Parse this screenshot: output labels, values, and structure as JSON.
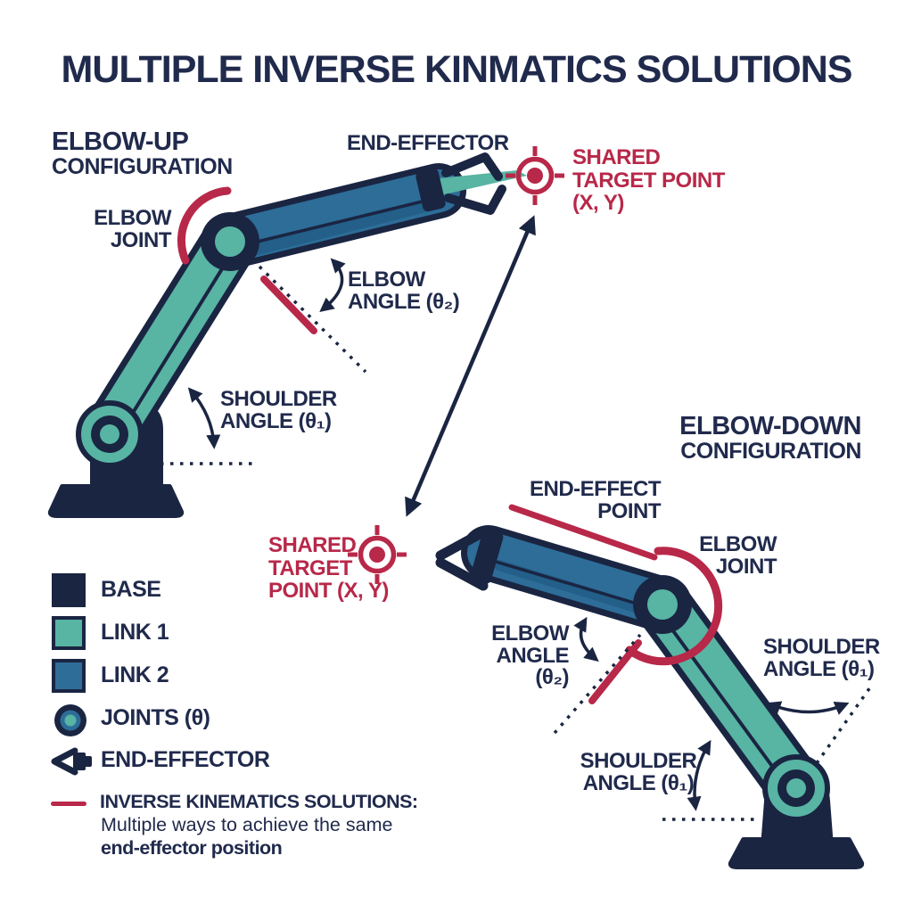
{
  "palette": {
    "navy": "#1a2542",
    "navy_text": "#202a4c",
    "teal": "#58b4a3",
    "blue": "#2d6d98",
    "blue_dark": "#235f89",
    "red": "#b82849",
    "bg": "#ffffff"
  },
  "title": "MULTIPLE INVERSE KINMATICS SOLUTIONS",
  "elbow_up": {
    "config1": "ELBOW-UP",
    "config2": "CONFIGURATION",
    "end_effector": "END-EFFECTOR",
    "joint1": "ELBOW",
    "joint2": "JOINT",
    "elbow_angle1": "ELBOW",
    "elbow_angle2": "ANGLE (θ₂)",
    "shoulder_angle1": "SHOULDER",
    "shoulder_angle2": "ANGLE (θ₁)"
  },
  "target_top": {
    "l1": "SHARED",
    "l2": "TARGET POINT",
    "l3": "(X, Y)"
  },
  "target_mid": {
    "l1": "SHARED",
    "l2": "TARGET",
    "l3": "POINT (X, Y)"
  },
  "elbow_down": {
    "config1": "ELBOW-DOWN",
    "config2": "CONFIGURATION",
    "end_effect1": "END-EFFECT",
    "end_effect2": "POINT",
    "joint1": "ELBOW",
    "joint2": "JOINT",
    "elbow_angle1": "ELBOW",
    "elbow_angle2": "ANGLE",
    "elbow_angle3": "(θ₂)",
    "shoulder_angle_r1": "SHOULDER",
    "shoulder_angle_r2": "ANGLE (θ₁)",
    "shoulder_angle_b1": "SHOULDER",
    "shoulder_angle_b2": "ANGLE (θ₁)"
  },
  "legend": {
    "base": "BASE",
    "link1": "LINK 1",
    "link2": "LINK 2",
    "joints": "JOINTS (θ)",
    "end_effector": "END-EFFECTOR",
    "ik_title": "INVERSE KINEMATICS SOLUTIONS:",
    "ik_line1": "Multiple ways to achieve the same",
    "ik_line2": "end-effector position"
  },
  "icons": {
    "target": "target-crosshair-icon",
    "joint": "concentric-joint-icon",
    "end_effector": "gripper-icon"
  }
}
